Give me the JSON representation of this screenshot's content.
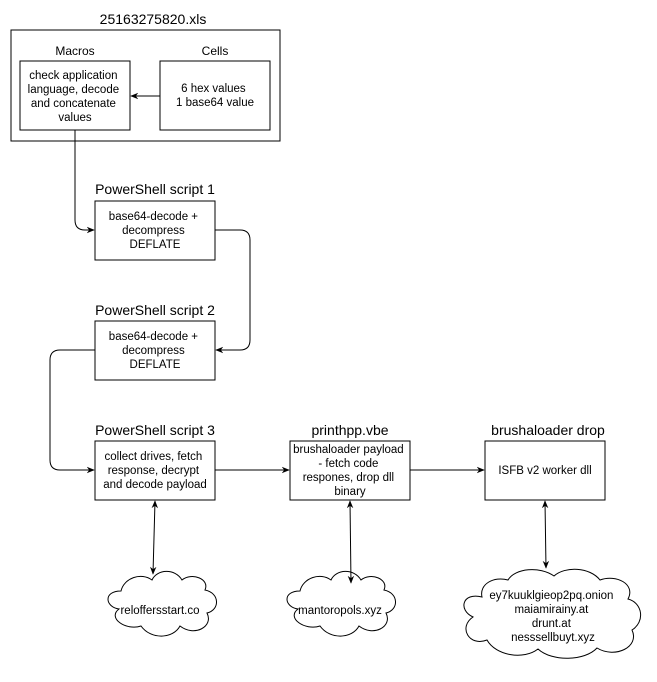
{
  "container": {
    "title": "25163275820.xls"
  },
  "macros": {
    "label": "Macros",
    "lines": [
      "check application",
      "language, decode",
      "and concatenate",
      "values"
    ]
  },
  "cells": {
    "label": "Cells",
    "lines": [
      "6 hex values",
      "1 base64 value"
    ]
  },
  "ps1": {
    "title": "PowerShell script 1",
    "lines": [
      "base64-decode +",
      "decompress",
      "DEFLATE"
    ]
  },
  "ps2": {
    "title": "PowerShell script 2",
    "lines": [
      "base64-decode +",
      "decompress",
      "DEFLATE"
    ]
  },
  "ps3": {
    "title": "PowerShell script 3",
    "lines": [
      "collect drives, fetch",
      "response, decrypt",
      "and decode payload"
    ]
  },
  "vbe": {
    "title": "printhpp.vbe",
    "lines": [
      "brushaloader payload",
      "- fetch code",
      "respones, drop dll",
      "binary"
    ]
  },
  "drop": {
    "title": "brushaloader drop",
    "lines": [
      "ISFB v2 worker dll"
    ]
  },
  "cloud1": {
    "lines": [
      "reloffersstart.co"
    ]
  },
  "cloud2": {
    "lines": [
      "mantoropols.xyz"
    ]
  },
  "cloud3": {
    "lines": [
      "ey7kuuklgieop2pq.onion",
      "maiamirainy.at",
      "drunt.at",
      "nesssellbuyt.xyz"
    ]
  }
}
